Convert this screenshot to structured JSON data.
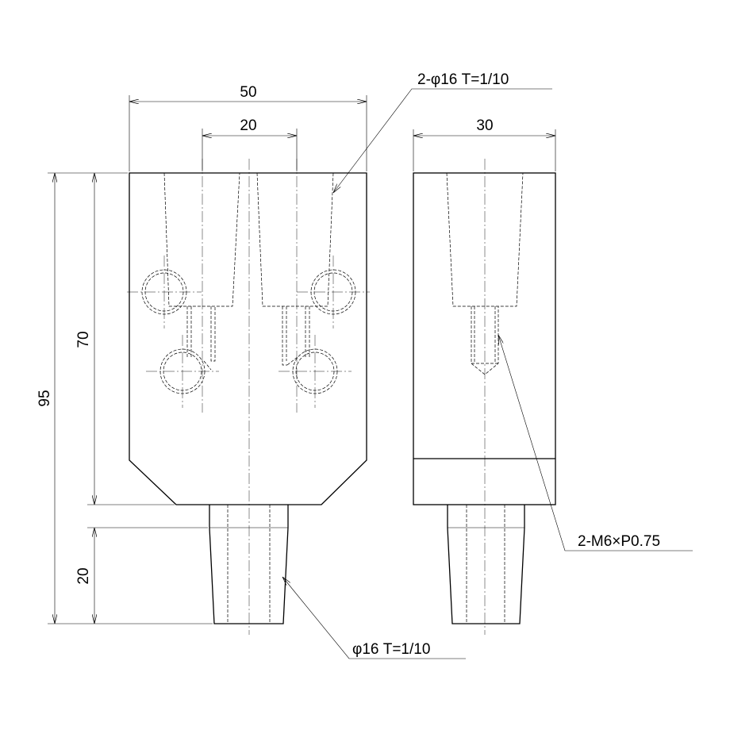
{
  "dimensions": {
    "front_width": "50",
    "hole_spacing": "20",
    "side_width": "30",
    "total_height": "95",
    "body_height": "70",
    "shank_height": "20"
  },
  "callouts": {
    "taper_holes": "2-φ16 T=1/10",
    "thread": "2-M6×P0.75",
    "shank_taper": "φ16 T=1/10"
  }
}
